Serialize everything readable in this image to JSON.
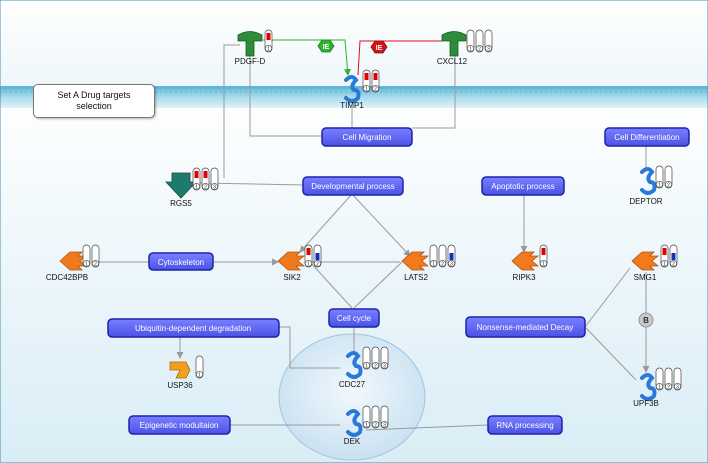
{
  "note": {
    "line1": "Set A Drug targets",
    "line2": "selection"
  },
  "processes": {
    "cell_migration": "Cell Migration",
    "cell_differentiation": "Cell Differentiation",
    "developmental_process": "Developmental process",
    "apoptotic_process": "Apoptotic process",
    "cytoskeleton": "Cytoskeleton",
    "cell_cycle": "Cell cycle",
    "ubiquitin_degradation": "Ubiquitin-dependent degradation",
    "nonsense_decay": "Nonsense-mediated Decay",
    "epigenetic_modulation": "Epigenetic modultaion",
    "rna_processing": "RNA processing"
  },
  "genes": {
    "pdgfd": "PDGF-D",
    "cxcl12": "CXCL12",
    "timp1": "TIMP1",
    "rgs5": "RGS5",
    "deptor": "DEPTOR",
    "cdc42bpb": "CDC42BPB",
    "sik2": "SIK2",
    "lats2": "LATS2",
    "ripk3": "RIPK3",
    "smg1": "SMG1",
    "usp36": "USP36",
    "cdc27": "CDC27",
    "dek": "DEK",
    "upf3b": "UPF3B"
  },
  "edge_labels": {
    "ie_green": "IE",
    "ie_red": "IE",
    "b": "B"
  },
  "bar_numbers": {
    "one": "1",
    "two": "2",
    "three": "3"
  },
  "colors": {
    "process_fill": "#5b63f0",
    "process_border": "#1c23a8",
    "membrane": "#8fcde3",
    "ligand": "#2e8b3a",
    "kinase": "#f07a1c",
    "receptor_dark": "#1f7a6e",
    "protein_blue": "#2a78d8",
    "usp_orange": "#f0a020",
    "up": "#e00000",
    "down": "#1030c0",
    "ie_green": "#2fb32f",
    "ie_red": "#d0151a"
  }
}
